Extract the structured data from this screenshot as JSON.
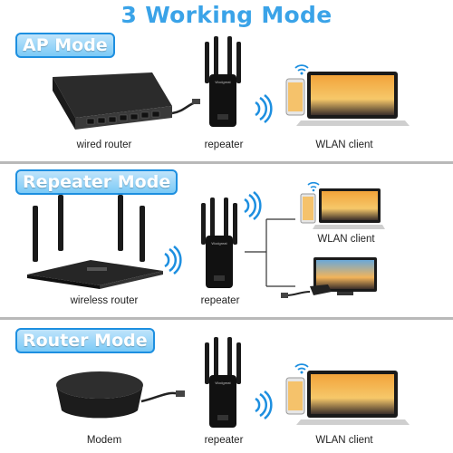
{
  "title": "3 Working Mode",
  "sections": [
    {
      "mode": "AP Mode",
      "labels": {
        "left": "wired router",
        "middle": "repeater",
        "right": "WLAN client"
      }
    },
    {
      "mode": "Repeater Mode",
      "labels": {
        "left": "wireless router",
        "middle": "repeater",
        "right": "WLAN client"
      }
    },
    {
      "mode": "Router Mode",
      "labels": {
        "left": "Modem",
        "middle": "repeater",
        "right": "WLAN client"
      }
    }
  ],
  "repeater_brand": "Wodgreat",
  "icons": [
    "wifi-icon",
    "laptop-icon",
    "phone-icon",
    "router-icon",
    "repeater-icon",
    "modem-icon",
    "monitor-icon",
    "cable-icon"
  ],
  "colors": {
    "title": "#3aa3e8",
    "mode_box": "#7ccaf6",
    "mode_border": "#1d8fe0",
    "wifi": "#1d8fe0"
  }
}
